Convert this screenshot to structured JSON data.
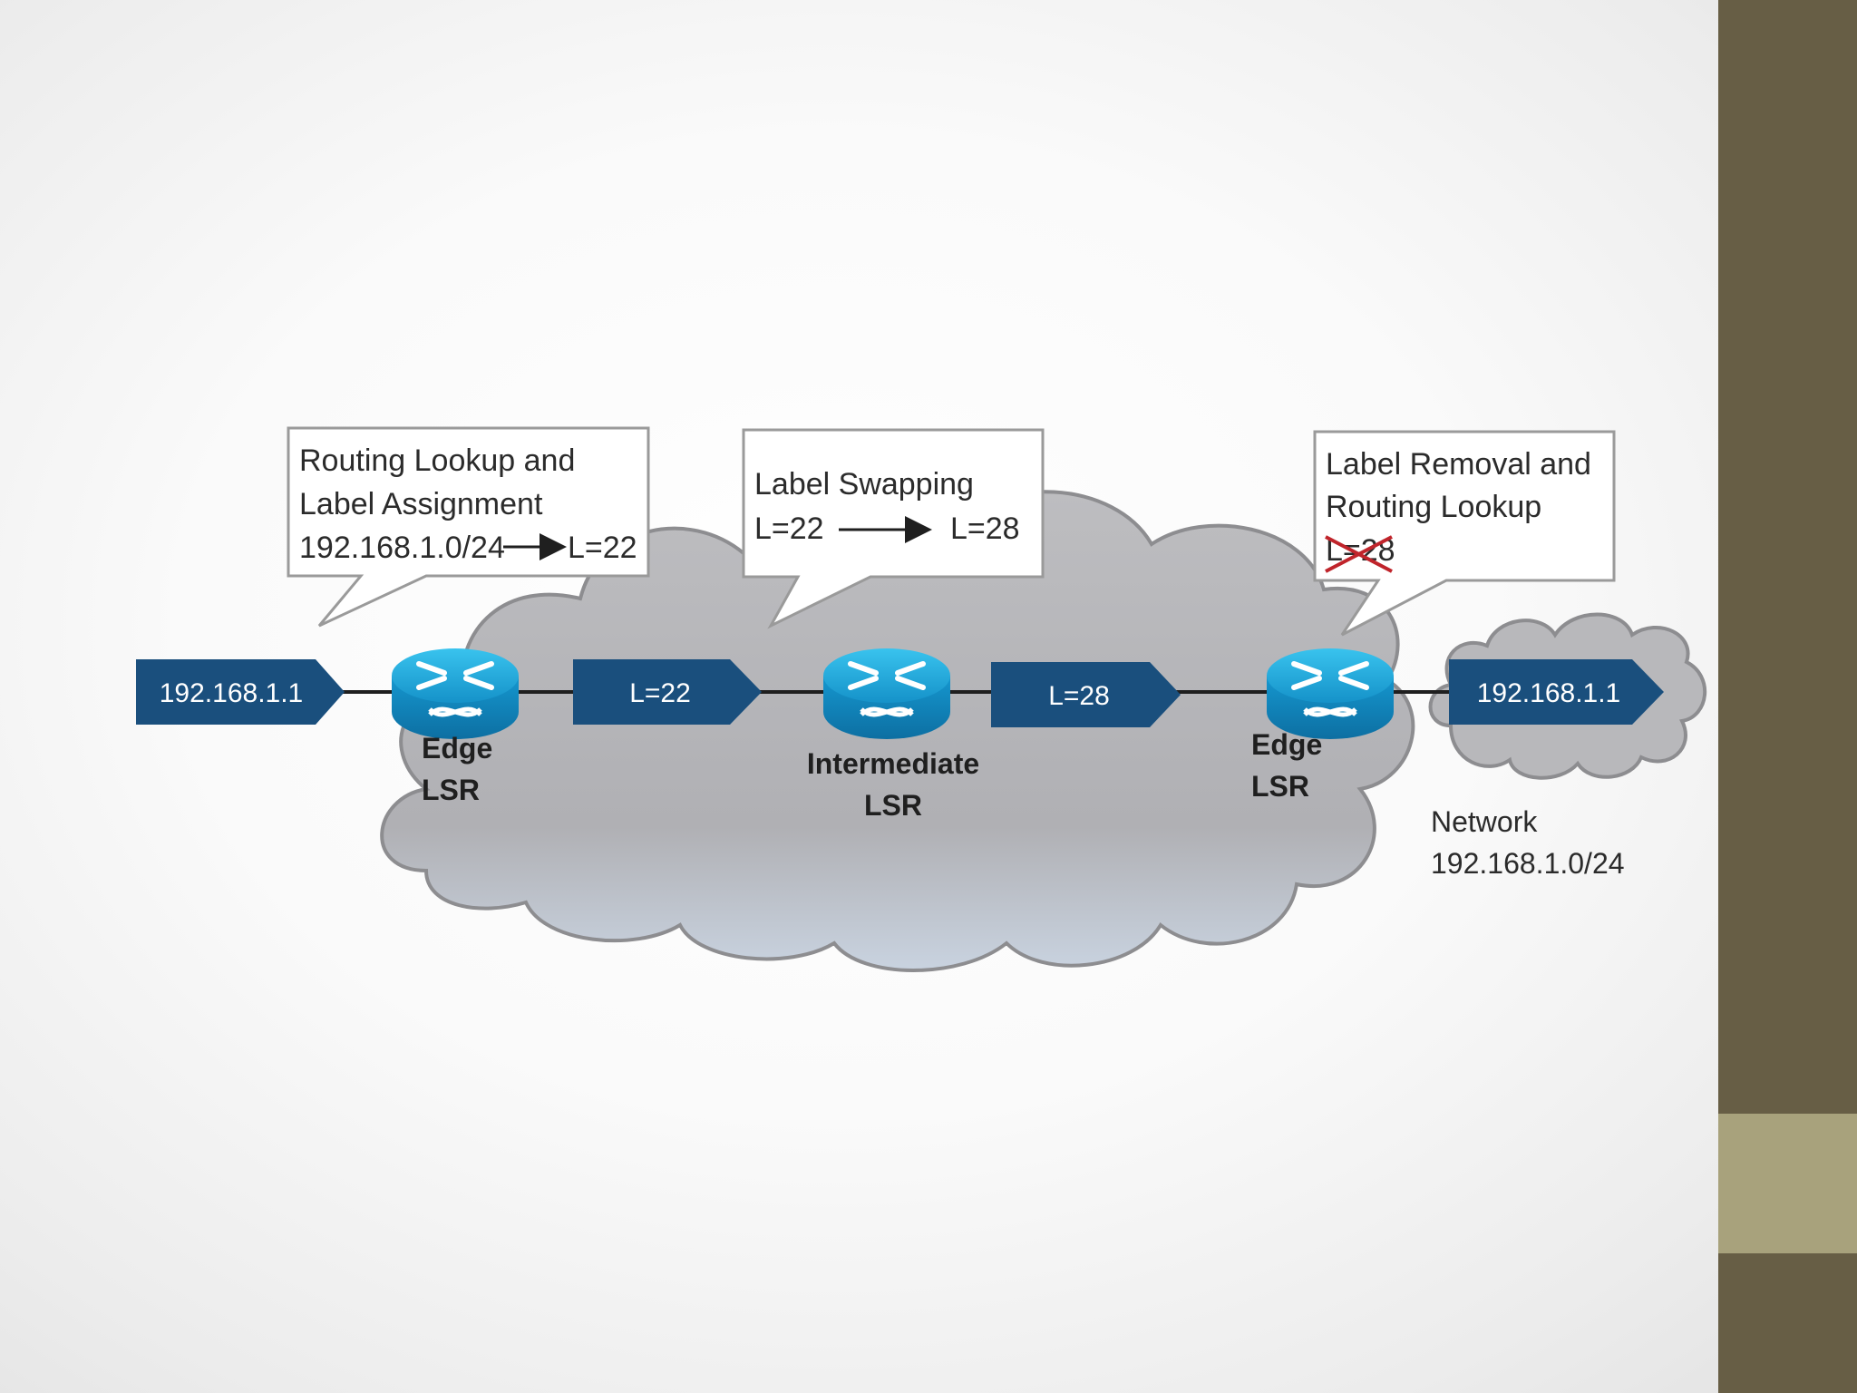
{
  "colors": {
    "side_bar_dark": "#675e45",
    "side_bar_light": "#a8a27c",
    "tag_fill": "#1a4f7d",
    "router_fill": "#1aa6d9",
    "cloud_fill": "#b5b5b8",
    "strike": "#c0242b"
  },
  "callouts": {
    "left": {
      "line1": "Routing Lookup and",
      "line2": "Label Assignment",
      "line3_prefix": "192.168.1.0/24",
      "line3_suffix": "L=22"
    },
    "middle": {
      "line1": "Label Swapping",
      "from": "L=22",
      "to": "L=28"
    },
    "right": {
      "line1": "Label Removal and",
      "line2": "Routing Lookup",
      "struck_label": "L=28"
    }
  },
  "packets": {
    "ingress": "192.168.1.1",
    "hop1": "L=22",
    "hop2": "L=28",
    "egress": "192.168.1.1"
  },
  "routers": {
    "edge_left": {
      "line1": "Edge",
      "line2": "LSR",
      "icon": "router-icon"
    },
    "intermediate": {
      "line1": "Intermediate",
      "line2": "LSR",
      "icon": "router-icon"
    },
    "edge_right": {
      "line1": "Edge",
      "line2": "LSR",
      "icon": "router-icon"
    }
  },
  "network": {
    "line1": "Network",
    "line2": "192.168.1.0/24"
  }
}
